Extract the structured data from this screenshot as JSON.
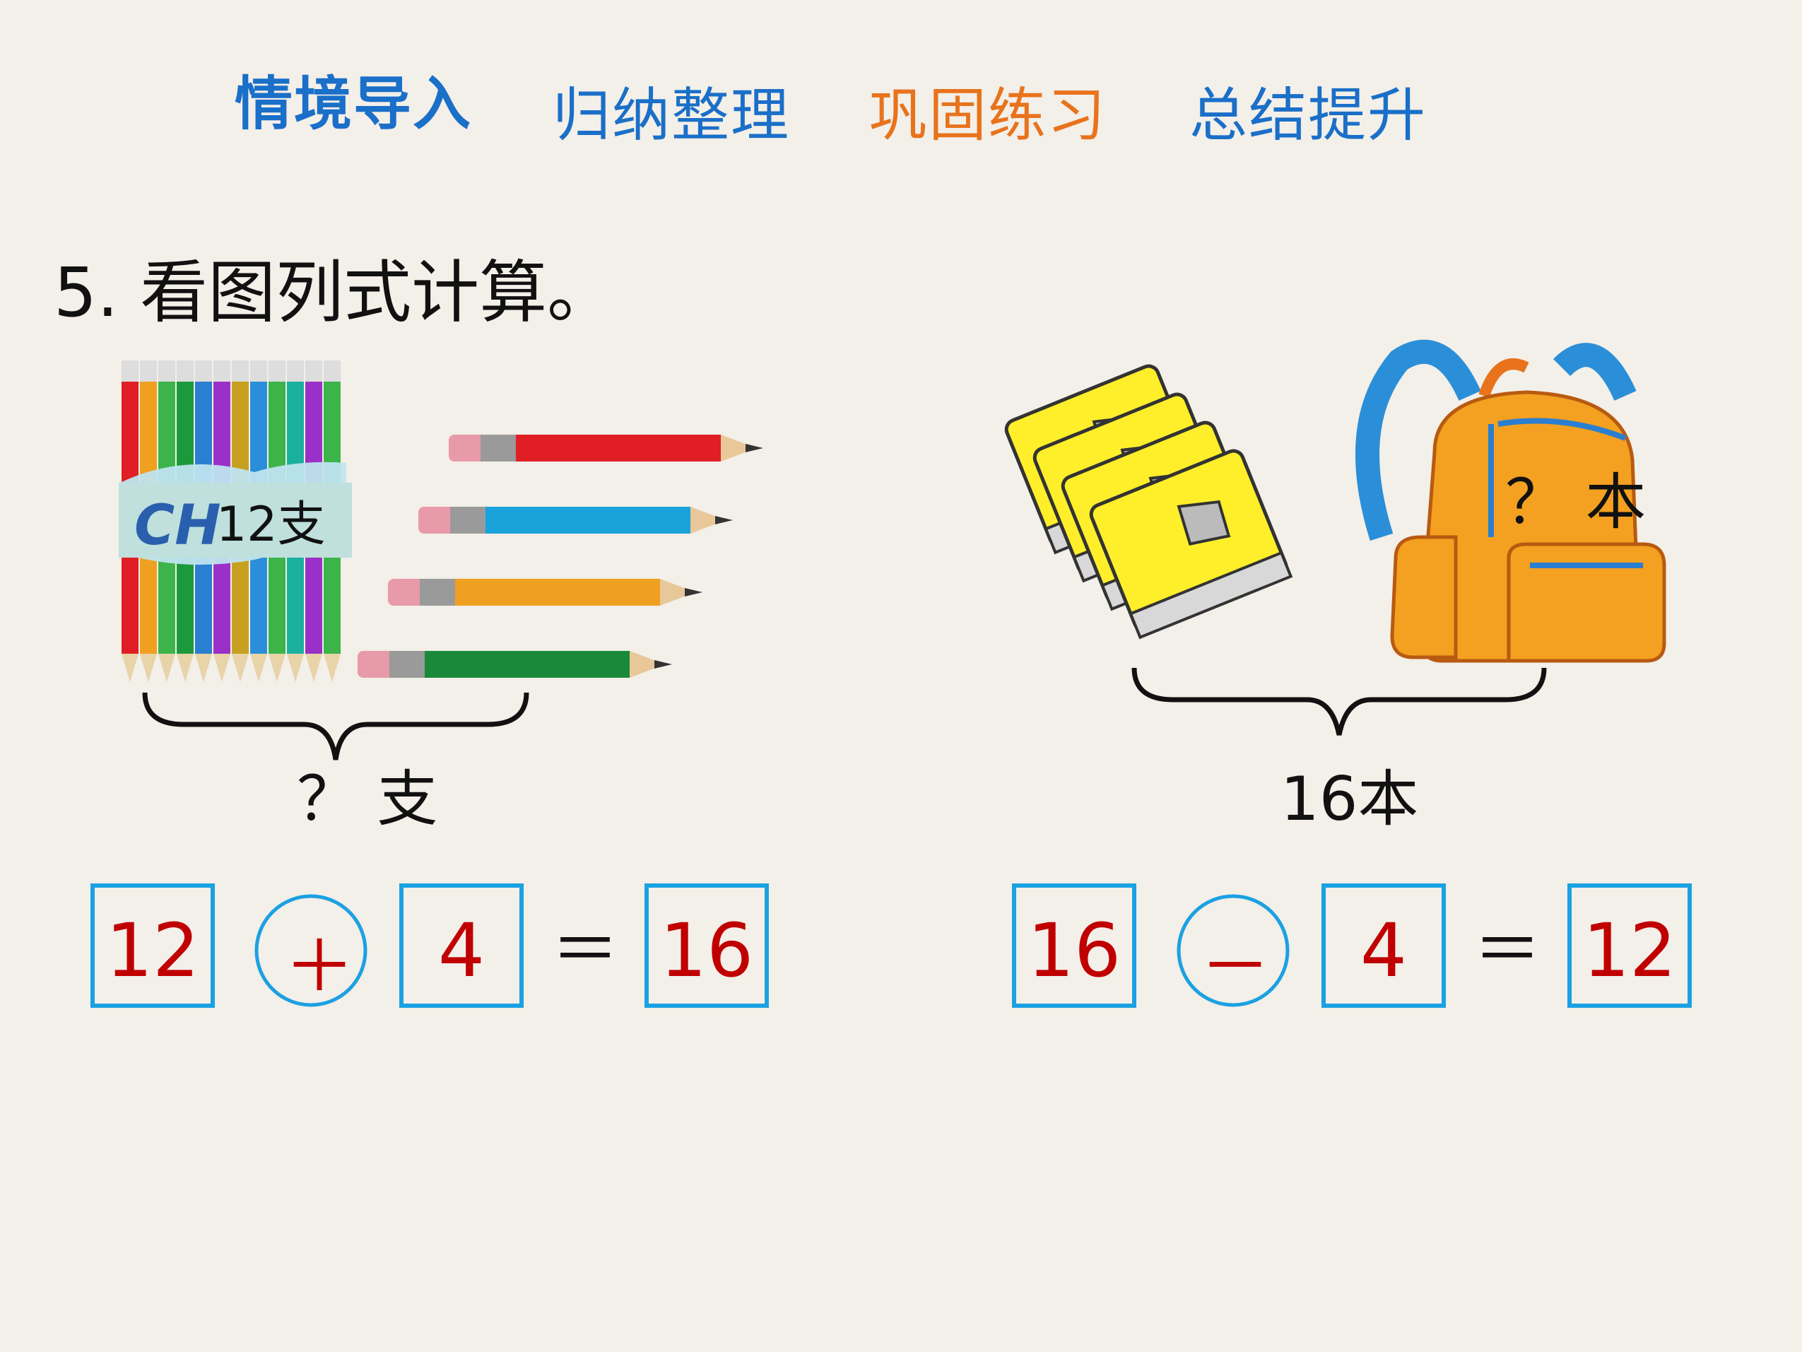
{
  "nav": {
    "tabs": [
      {
        "label": "情境导入"
      },
      {
        "label": "归纳整理"
      },
      {
        "label": "巩固练习"
      },
      {
        "label": "总结提升"
      }
    ]
  },
  "question": {
    "text": "5. 看图列式计算。"
  },
  "left_picture": {
    "bundle_label": "12支",
    "total_label": "？ 支",
    "equation": {
      "a": "12",
      "op": "＋",
      "b": "4",
      "eq": "＝",
      "result": "16"
    }
  },
  "right_picture": {
    "bag_label": "？ 本",
    "total_label": "16本",
    "equation": {
      "a": "16",
      "op": "－",
      "b": "4",
      "eq": "＝",
      "result": "12"
    }
  },
  "colors": {
    "background": "#f3efe9",
    "nav_blue": "#1a6fc8",
    "nav_orange": "#e8731c",
    "box_border": "#1ba1e2",
    "answer_red": "#c00000"
  }
}
